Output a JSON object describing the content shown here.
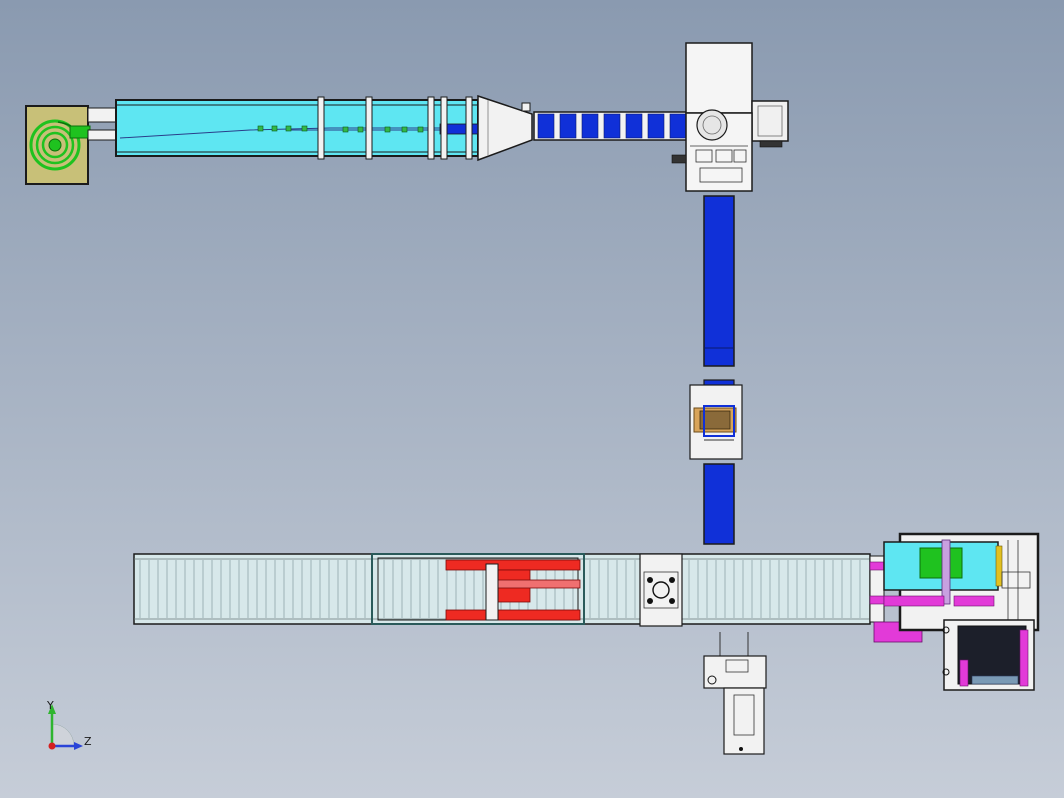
{
  "viewport": {
    "background_top": "#8a9ab0",
    "background_bottom": "#c6cdd8"
  },
  "triad": {
    "y_label": "Y",
    "z_label": "Z",
    "y_color": "#2fb52f",
    "z_color": "#2a44d8",
    "x_color": "#d42020"
  },
  "colors": {
    "chute_cyan": "#5ee6f2",
    "conveyor_blue": "#1030d8",
    "roller_light": "#d7e8ea",
    "pusher_red": "#ee2a22",
    "feeder_base": "#c8c078",
    "feeder_bowl": "#1fc21f",
    "frame_magenta": "#e23ad8",
    "frame_white": "#f2f2f2",
    "outline_dark": "#1b1b1b"
  },
  "components": [
    "vibratory-bowl-feeder",
    "linear-feed-chute",
    "transition-hopper",
    "blue-slat-conveyor",
    "packaging-machine-head",
    "vertical-belt-conveyor",
    "box-positioning-station",
    "lower-roller-conveyor",
    "red-pusher-unit",
    "turntable-station",
    "case-sealer",
    "vertical-lift-unit"
  ]
}
